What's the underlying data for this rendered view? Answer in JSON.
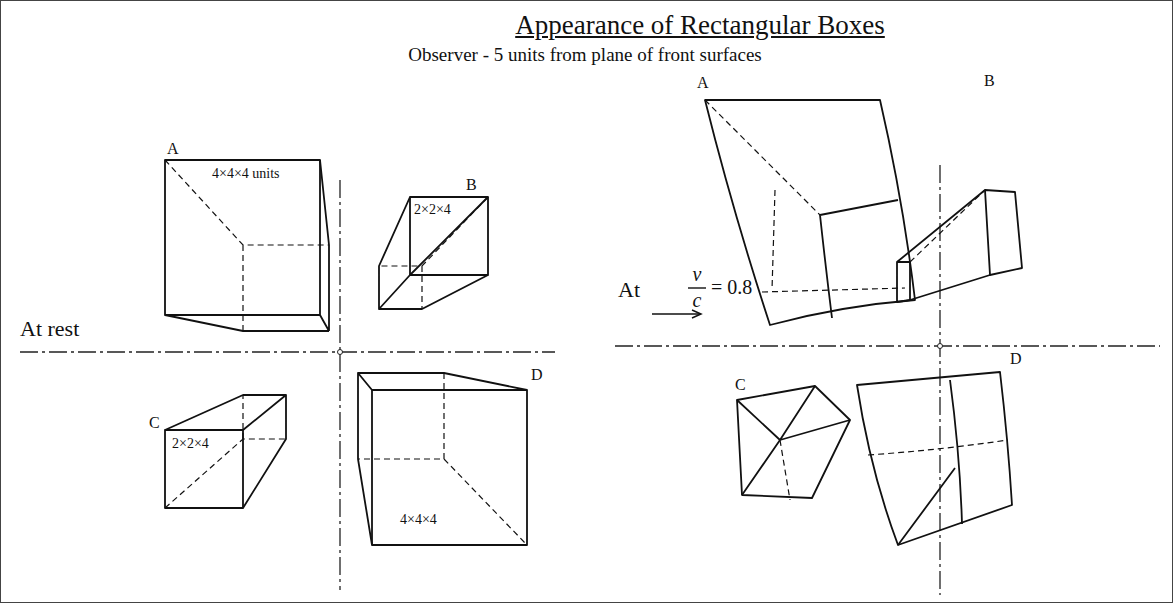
{
  "diagram": {
    "title": "Appearance of Rectangular Boxes",
    "labels": [
      "Observer - 5 units from plane of front surfaces",
      "A",
      "4×4×4 units",
      "B",
      "2×2×4",
      "A",
      "B",
      "At rest",
      "At",
      "v",
      "c",
      "= 0.8",
      "C",
      "2×2×4",
      "D",
      "4×4×4",
      "C",
      "D"
    ]
  }
}
